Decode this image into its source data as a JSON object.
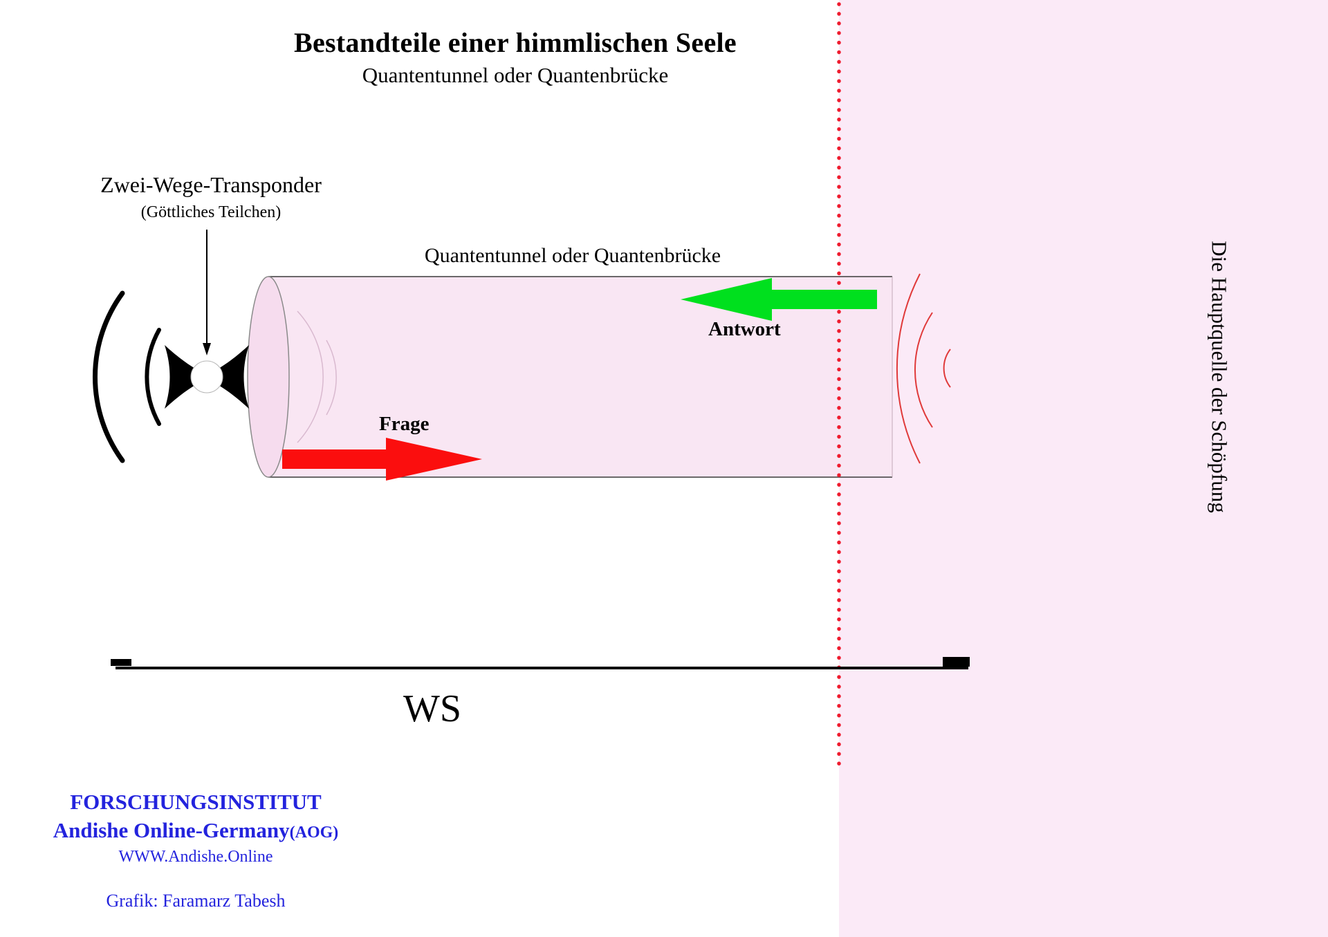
{
  "header": {
    "title": "Bestandteile einer himmlischen Seele",
    "subtitle": "Quantentunnel oder Quantenbrücke"
  },
  "transponder": {
    "label": "Zwei-Wege-Transponder",
    "sublabel": "(Göttliches Teilchen)"
  },
  "tunnel": {
    "label": "Quantentunnel oder Quantenbrücke",
    "question_label": "Frage",
    "answer_label": "Antwort"
  },
  "source": {
    "label": "Die Hauptquelle der Schöpfung"
  },
  "measurement": {
    "label": "WS"
  },
  "footer": {
    "institute": "FORSCHUNGSINSTITUT",
    "organization": "Andishe Online-Germany",
    "organization_suffix": "(AOG)",
    "website": "WWW.Andishe.Online",
    "credit": "Grafik: Faramarz Tabesh"
  },
  "colors": {
    "question_arrow": "#fb0e0e",
    "answer_arrow": "#00e01e",
    "tunnel_fill": "#f9e6f3",
    "tunnel_cap_fill": "#f6dcee",
    "source_region_fill": "#fbeaf7",
    "boundary_dots": "#ef1c2e",
    "wave_arcs": "#e03a3a",
    "footer_text": "#2323dd"
  }
}
